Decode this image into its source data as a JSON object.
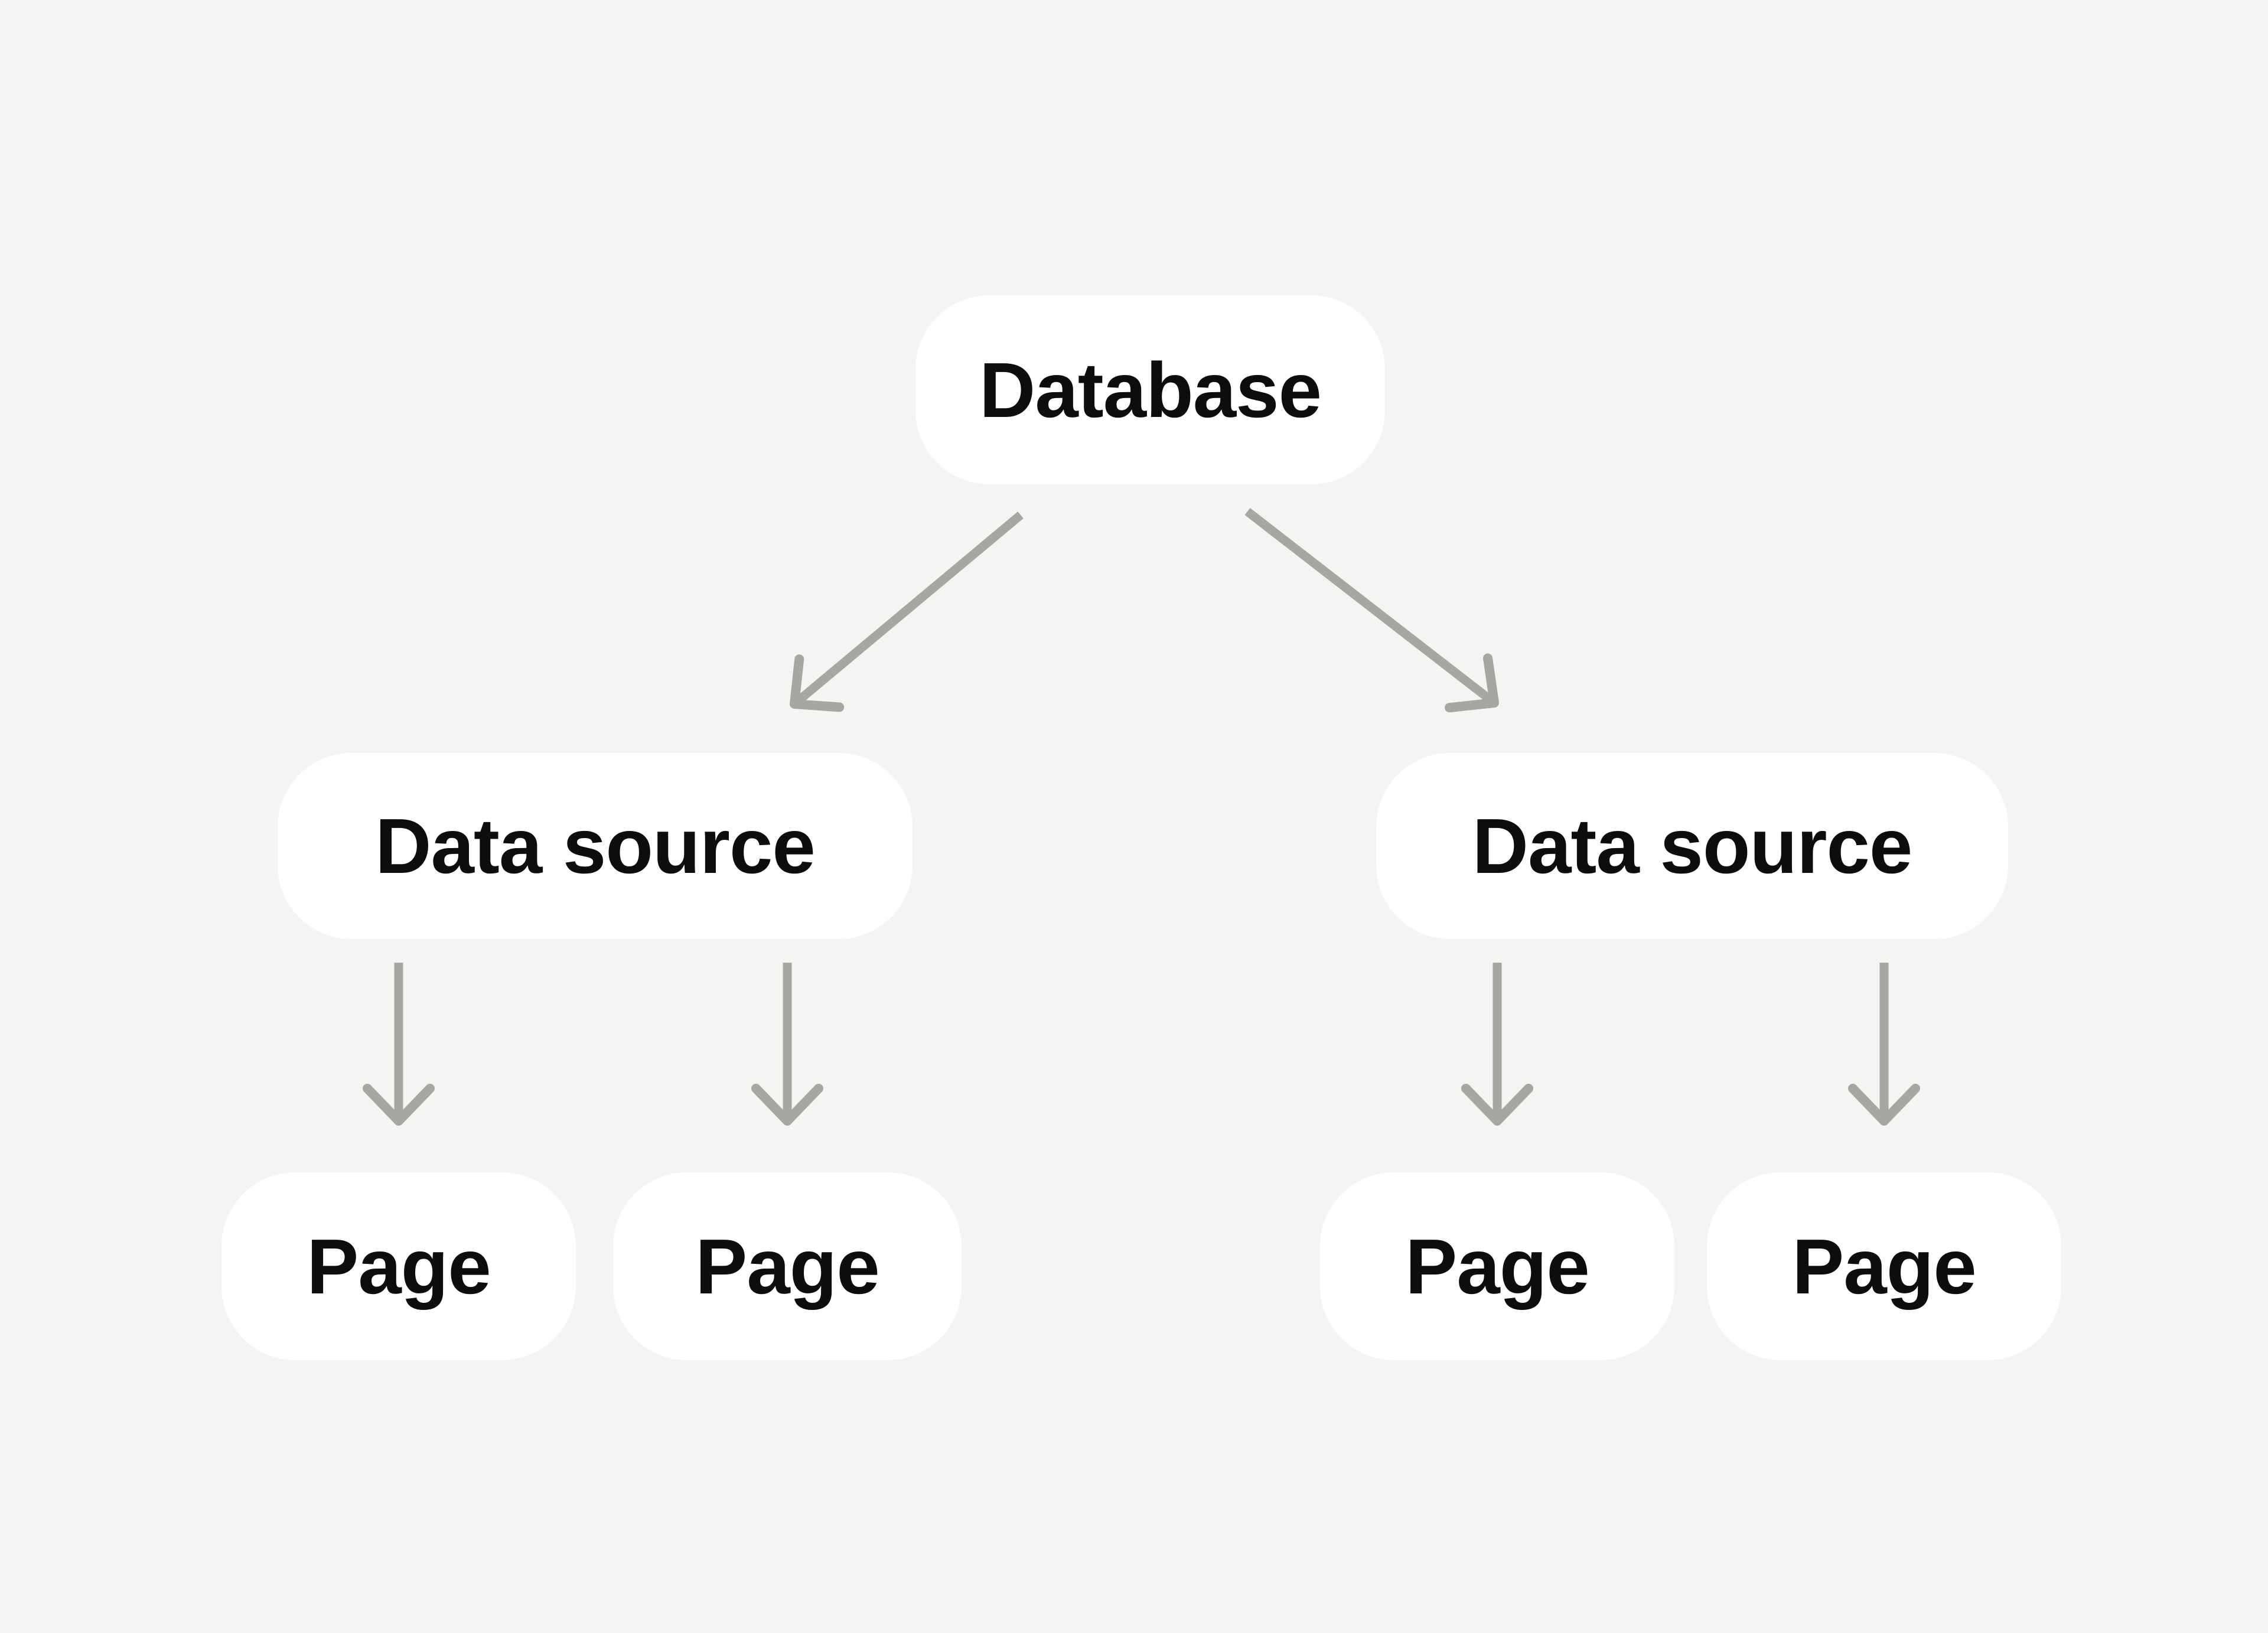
{
  "theme": {
    "background": "#f5f4f2",
    "node-fill": "#ffffff",
    "text-color": "#0d0d0d",
    "arrow-color": "#a7a6a3"
  },
  "diagram": {
    "database": {
      "label": "Database"
    },
    "data_source_left": {
      "label": "Data source"
    },
    "data_source_right": {
      "label": "Data source"
    },
    "page_a": {
      "label": "Page"
    },
    "page_b": {
      "label": "Page"
    },
    "page_c": {
      "label": "Page"
    },
    "page_d": {
      "label": "Page"
    }
  }
}
